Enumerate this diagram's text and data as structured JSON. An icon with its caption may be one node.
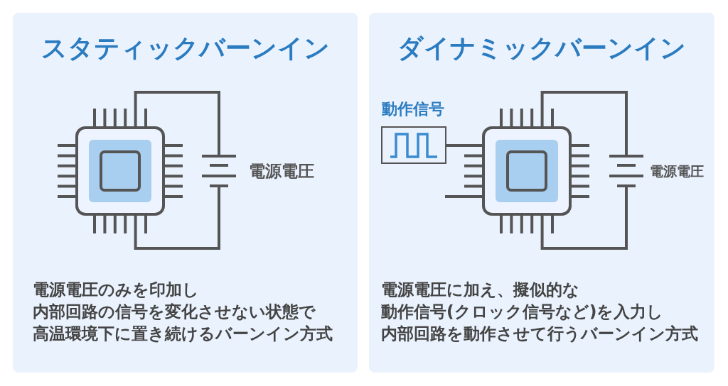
{
  "diagram": {
    "nodes": [
      {
        "text": [
          "スタティックバーンイン",
          "電源電圧のみを印加し内部回路の信号を変化させない状態で高温環境下に置き続けるバーンイン方式"
        ]
      },
      {
        "text": [],
        "shape": "chip",
        "in": 0
      },
      {
        "text": [],
        "shape": "battery",
        "in": 0,
        "beside": [
          "電源電圧"
        ]
      },
      {
        "text": [
          "ダイナミックバーンイン",
          "電源電圧に加え、擬似的な動作信号(クロック信号など)を入力し内部回路を動作させて行うバーンイン方式"
        ]
      },
      {
        "text": [
          "動作信号"
        ],
        "in": 3
      },
      {
        "text": [],
        "shape": "chip",
        "in": 3
      },
      {
        "text": [],
        "shape": "battery",
        "in": 3,
        "beside": [
          "電源電圧"
        ]
      }
    ],
    "edges": [
      {
        "from": 1,
        "to": 2,
        "arrow": "none"
      },
      {
        "from": 1,
        "to": 2,
        "arrow": "none"
      },
      {
        "from": 4,
        "to": 5,
        "arrow": "none"
      },
      {
        "from": 5,
        "to": 6,
        "arrow": "none"
      },
      {
        "from": 5,
        "to": 6,
        "arrow": "none"
      },
      {
        "from": 5,
        "to": null,
        "arrow": "none"
      }
    ]
  }
}
